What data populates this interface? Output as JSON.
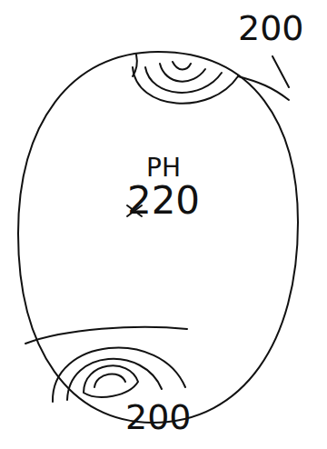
{
  "diagram": {
    "nodes": [
      {
        "text": [
          "PH",
          "220"
        ]
      }
    ],
    "labels": [
      "200",
      "200"
    ]
  }
}
